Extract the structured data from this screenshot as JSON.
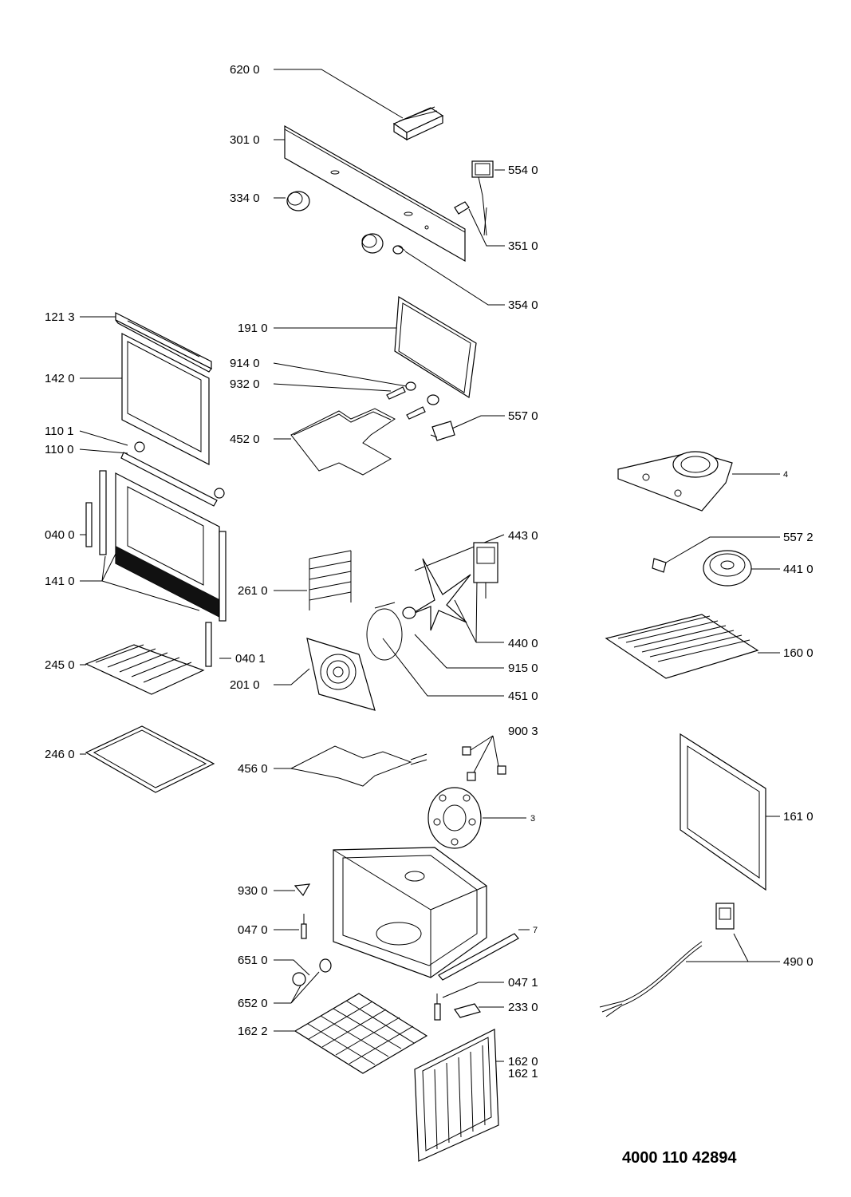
{
  "document_number": "4000 110 42894",
  "callouts": {
    "p6200": "620 0",
    "p3010": "301 0",
    "p5540": "554 0",
    "p3340": "334 0",
    "p3510": "351 0",
    "p3540": "354 0",
    "p1213": "121 3",
    "p1910": "191 0",
    "p1420": "142 0",
    "p9140": "914 0",
    "p9320": "932 0",
    "p5570": "557 0",
    "p1101": "110 1",
    "p4520": "452 0",
    "p1100": "110 0",
    "p4": "4",
    "p4430": "443 0",
    "p0400": "040 0",
    "p5572": "557 2",
    "p4410": "441 0",
    "p1410": "141 0",
    "p2610": "261 0",
    "p4400": "440 0",
    "p1600": "160 0",
    "p2450": "245 0",
    "p0401": "040 1",
    "p9150": "915 0",
    "p2010": "201 0",
    "p4510": "451 0",
    "p9003": "900 3",
    "p2460": "246 0",
    "p4560": "456 0",
    "p1610": "161 0",
    "p3": "3",
    "p9300": "930 0",
    "p0470": "047 0",
    "p7": "7",
    "p6510": "651 0",
    "p4900": "490 0",
    "p0471": "047 1",
    "p6520": "652 0",
    "p2330": "233 0",
    "p1622": "162 2",
    "p1620": "162 0",
    "p1621": "162 1"
  }
}
